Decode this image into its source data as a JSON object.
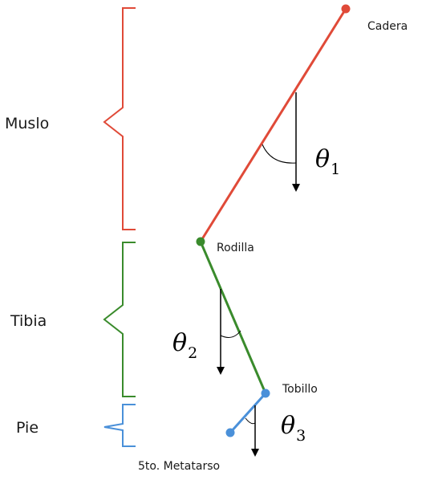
{
  "colors": {
    "thigh": "#e04a38",
    "shin": "#3a8b2c",
    "foot": "#4a90d9",
    "arrow": "#000000",
    "text": "#1a1a1a"
  },
  "segments": {
    "thigh_label": "Muslo",
    "shin_label": "Tibia",
    "foot_label": "Pie"
  },
  "joints": {
    "hip": "Cadera",
    "knee": "Rodilla",
    "ankle": "Tobillo",
    "metatarsal": "5to. Metatarso"
  },
  "angles": {
    "symbol": "θ",
    "a1_sub": "1",
    "a2_sub": "2",
    "a3_sub": "3"
  }
}
